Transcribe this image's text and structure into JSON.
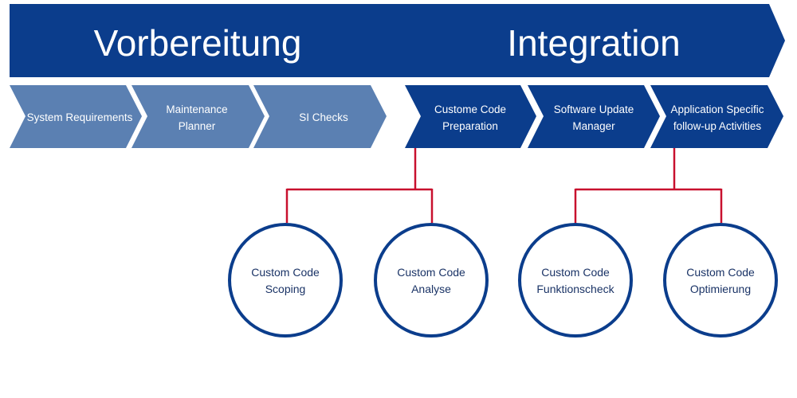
{
  "phases": [
    {
      "label": "Vorbereitung"
    },
    {
      "label": "Integration"
    }
  ],
  "steps": [
    {
      "lines": [
        "System Requirements"
      ]
    },
    {
      "lines": [
        "Maintenance",
        "Planner"
      ]
    },
    {
      "lines": [
        "SI Checks"
      ]
    },
    {
      "lines": [
        "Custome Code",
        "Preparation"
      ]
    },
    {
      "lines": [
        "Software Update",
        "Manager"
      ]
    },
    {
      "lines": [
        "Application Specific",
        "follow-up Activities"
      ]
    }
  ],
  "sub_tasks": [
    {
      "lines": [
        "Custom Code",
        "Scoping"
      ]
    },
    {
      "lines": [
        "Custom Code",
        "Analyse"
      ]
    },
    {
      "lines": [
        "Custom Code",
        "Funktionscheck"
      ]
    },
    {
      "lines": [
        "Custom Code",
        "Optimierung"
      ]
    }
  ],
  "colors": {
    "dark_blue": "#0b3d8c",
    "light_blue": "#5b80b2",
    "connector_red": "#c8102e",
    "circle_text": "#1a3366"
  }
}
